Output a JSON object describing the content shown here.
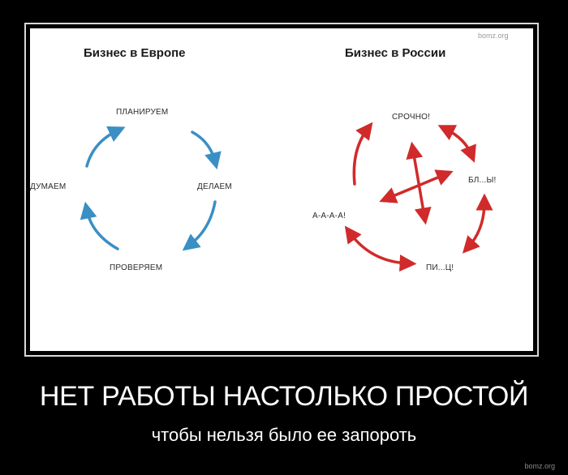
{
  "diagram": {
    "watermark": "bomz.org",
    "europe": {
      "title": "Бизнес в Европе",
      "nodes": {
        "top": "ПЛАНИРУЕМ",
        "right": "ДЕЛАЕМ",
        "bottom": "ПРОВЕРЯЕМ",
        "left": "ДУМАЕМ"
      },
      "arrow_color": "#3a8fc4"
    },
    "russia": {
      "title": "Бизнес в России",
      "nodes": {
        "top": "СРОЧНО!",
        "right": "БЛ...Ы!",
        "bottom": "ПИ...Ц!",
        "left": "А-А-А-А!"
      },
      "arrow_color": "#d12a2a"
    }
  },
  "caption": {
    "headline": "НЕТ РАБОТЫ НАСТОЛЬКО ПРОСТОЙ",
    "subline": "чтобы нельзя было ее запороть"
  },
  "corner_watermark": "bomz.org"
}
